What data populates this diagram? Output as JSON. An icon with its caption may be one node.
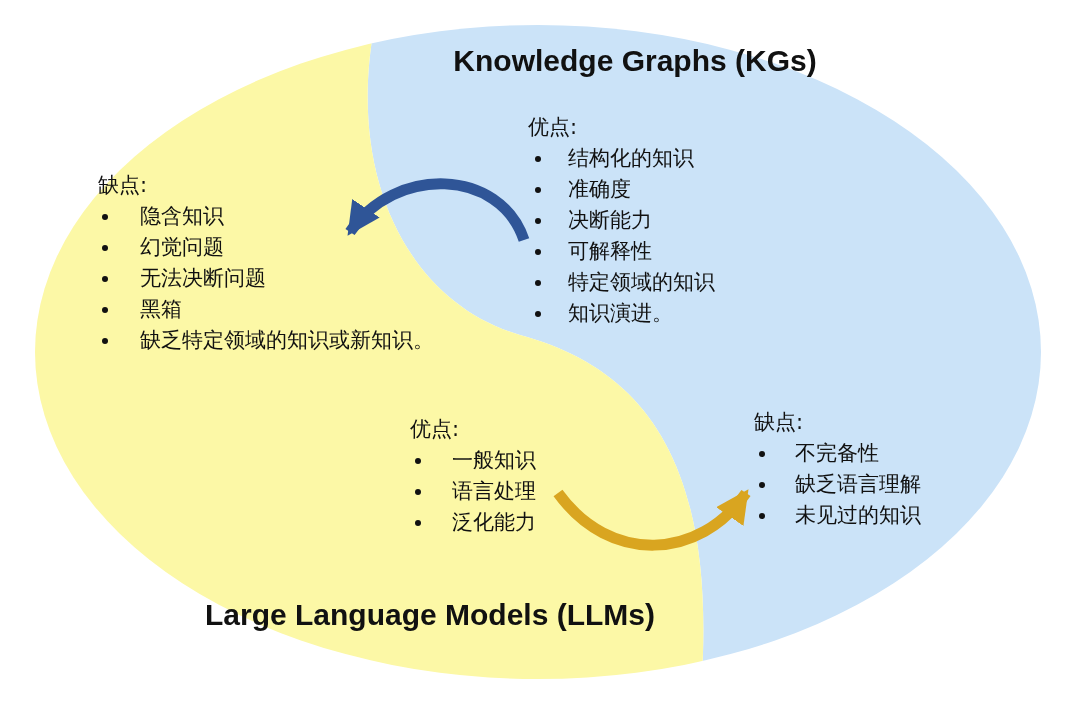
{
  "diagram": {
    "nodes": [
      {
        "text": [
          "Knowledge Graphs (KGs)"
        ]
      },
      {
        "text": [
          "Large Language Models (LLMs)"
        ]
      },
      {
        "text": [
          "优点:",
          "结构化的知识",
          "准确度",
          "决断能力",
          "可解释性",
          "特定领域的知识",
          "知识演进。"
        ],
        "in": 0
      },
      {
        "text": [
          "缺点:",
          "隐含知识",
          "幻觉问题",
          "无法决断问题",
          "黑箱",
          "缺乏特定领域的知识或新知识。"
        ],
        "in": 1
      },
      {
        "text": [
          "优点:",
          "一般知识",
          "语言处理",
          "泛化能力"
        ],
        "in": 1
      },
      {
        "text": [
          "缺点:",
          "不完备性",
          "缺乏语言理解",
          "未见过的知识"
        ],
        "in": 0
      }
    ],
    "edges": [
      {
        "from": 2,
        "to": 3,
        "arrow": "to",
        "color": "#2f5597"
      },
      {
        "from": 4,
        "to": 5,
        "arrow": "to",
        "color": "#d9a520"
      }
    ]
  }
}
